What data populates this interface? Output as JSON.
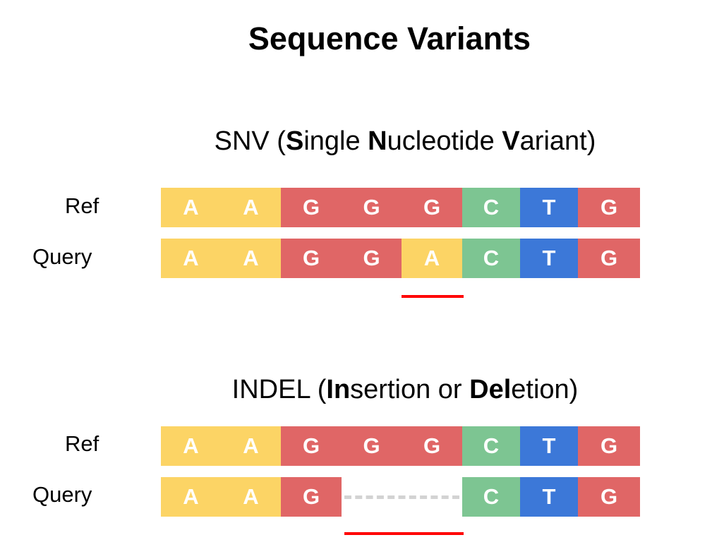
{
  "title": "Sequence Variants",
  "colors": {
    "A": "#fcd465",
    "G": "#e06666",
    "C": "#7dc592",
    "T": "#3c78d8",
    "marker": "#ff0000",
    "gap": "#d3d3d3"
  },
  "snv": {
    "title_parts": [
      {
        "text": "SNV (",
        "bold": false
      },
      {
        "text": "S",
        "bold": true
      },
      {
        "text": "ingle ",
        "bold": false
      },
      {
        "text": "N",
        "bold": true
      },
      {
        "text": "ucleotide ",
        "bold": false
      },
      {
        "text": "V",
        "bold": true
      },
      {
        "text": "ariant)",
        "bold": false
      }
    ],
    "ref_label": "Ref",
    "query_label": "Query",
    "ref": [
      "A",
      "A",
      "G",
      "G",
      "G",
      "C",
      "T",
      "G"
    ],
    "query": [
      "A",
      "A",
      "G",
      "G",
      "A",
      "C",
      "T",
      "G"
    ]
  },
  "indel": {
    "title_parts": [
      {
        "text": "INDEL (",
        "bold": false
      },
      {
        "text": "In",
        "bold": true
      },
      {
        "text": "sertion or ",
        "bold": false
      },
      {
        "text": "Del",
        "bold": true
      },
      {
        "text": "etion)",
        "bold": false
      }
    ],
    "ref_label": "Ref",
    "query_label": "Query",
    "ref": [
      "A",
      "A",
      "G",
      "G",
      "G",
      "C",
      "T",
      "G"
    ],
    "query": [
      "A",
      "A",
      "G",
      "-",
      "-",
      "C",
      "T",
      "G"
    ]
  }
}
